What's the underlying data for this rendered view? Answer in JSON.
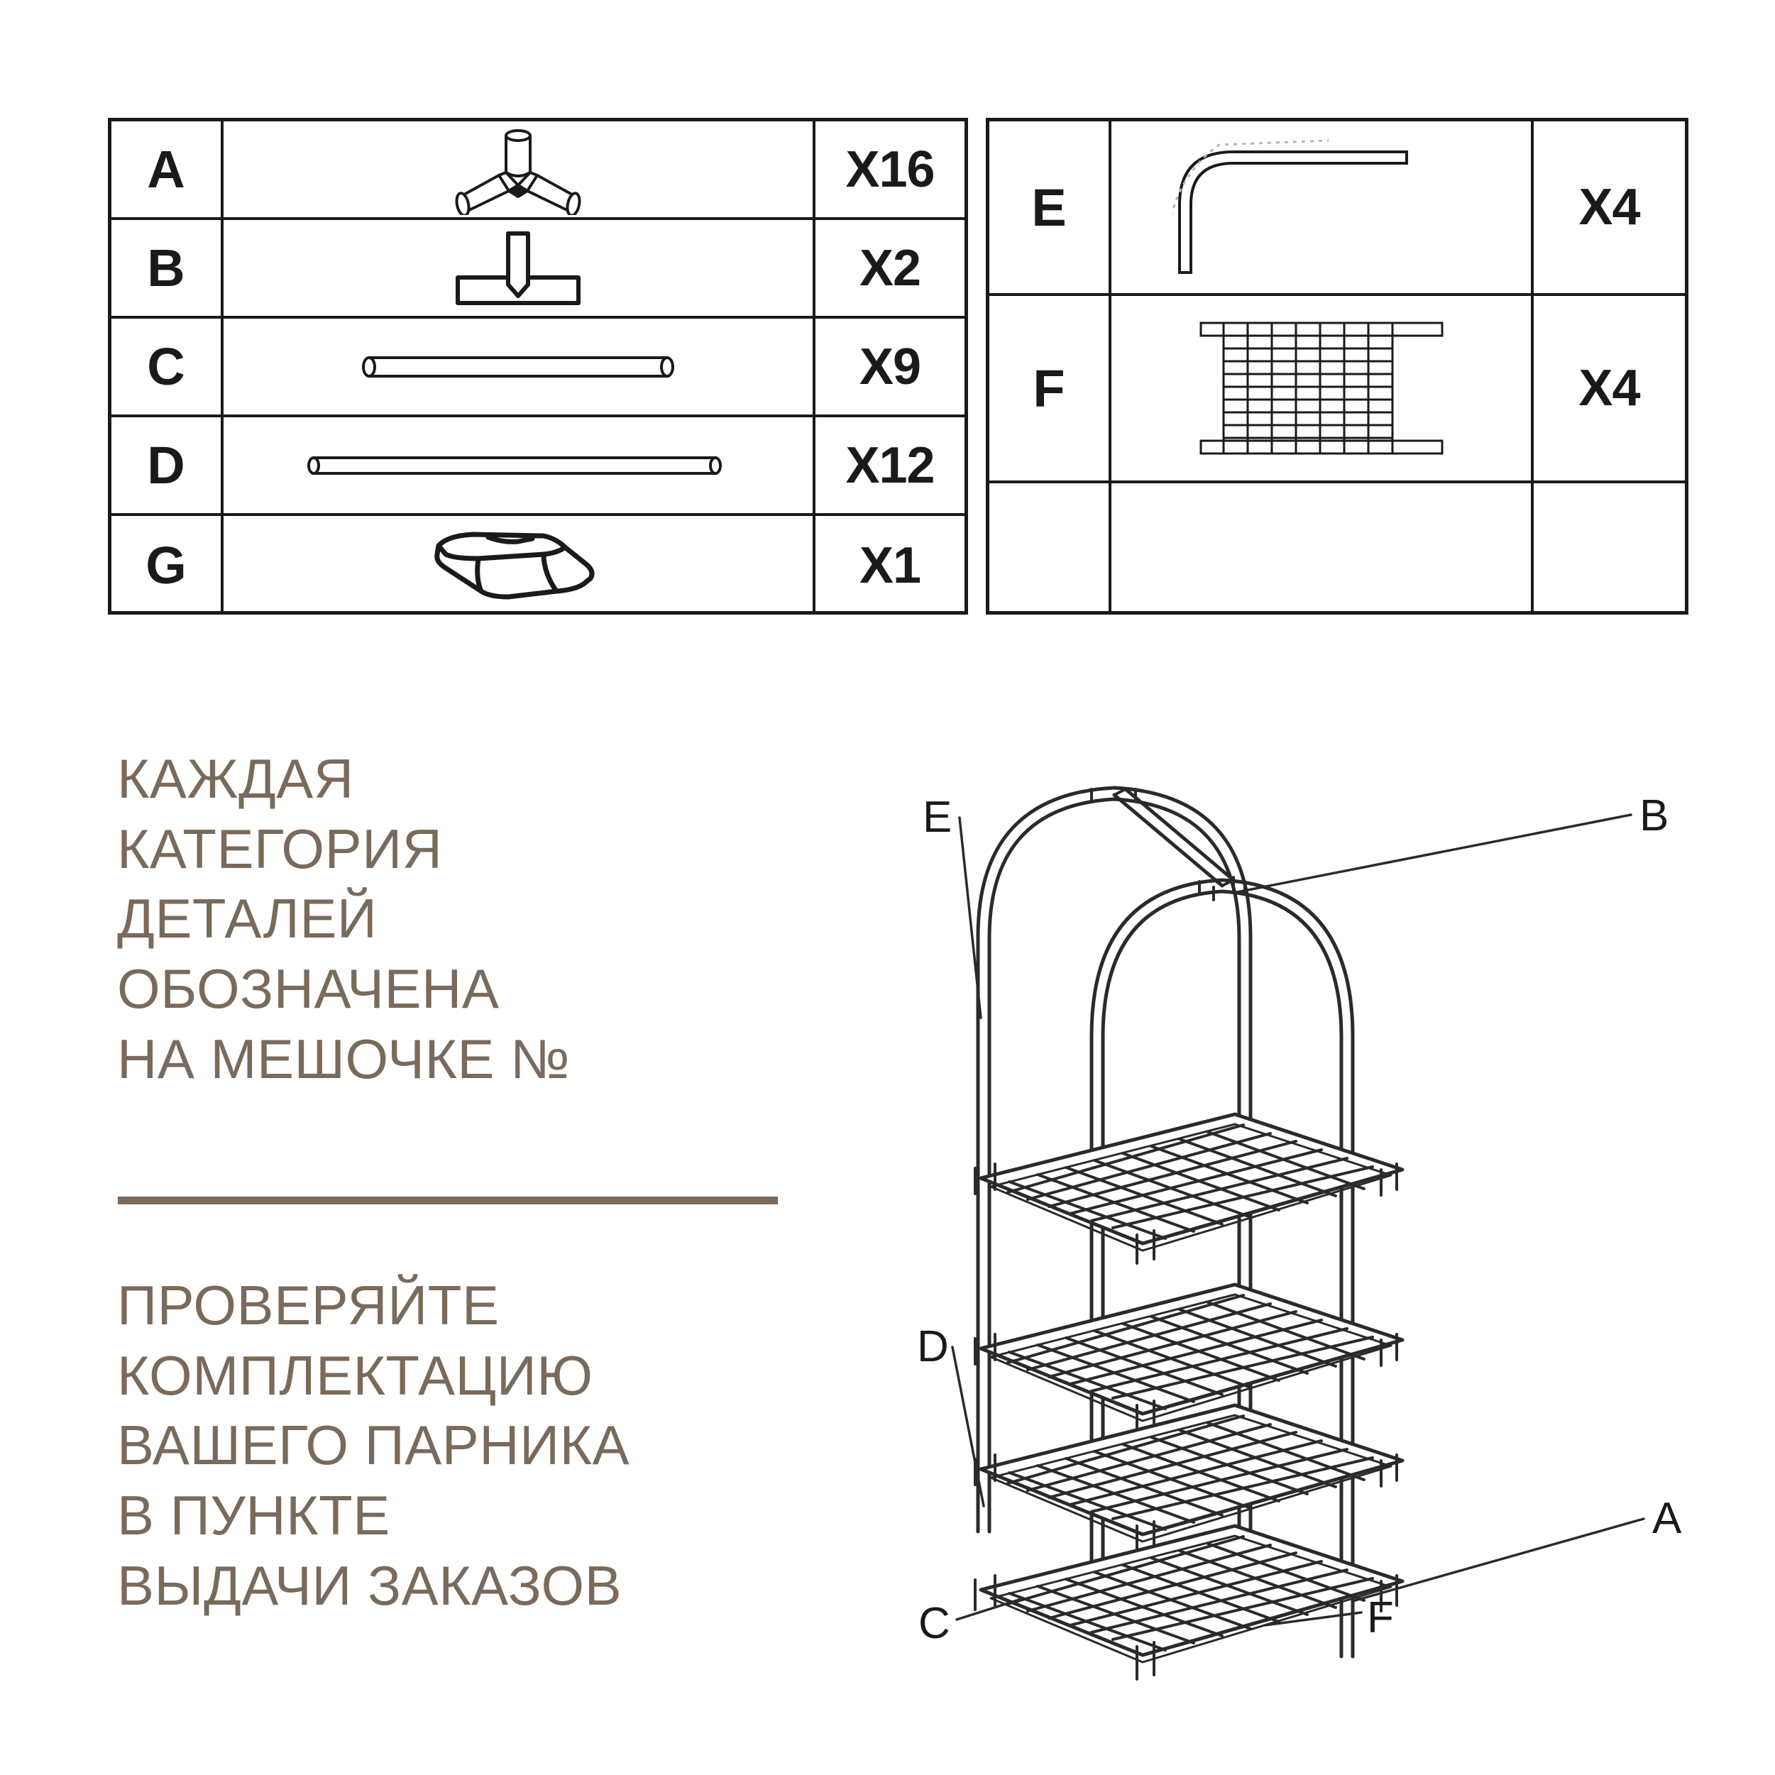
{
  "parts_tables": {
    "left": {
      "rows": [
        {
          "letter": "A",
          "icon": "three-way-corner-connector-icon",
          "qty": "X16"
        },
        {
          "letter": "B",
          "icon": "tee-connector-icon",
          "qty": "X2"
        },
        {
          "letter": "C",
          "icon": "short-tube-icon",
          "qty": "X9"
        },
        {
          "letter": "D",
          "icon": "long-tube-icon",
          "qty": "X12"
        },
        {
          "letter": "G",
          "icon": "rolled-cover-bag-icon",
          "qty": "X1"
        }
      ]
    },
    "right": {
      "rows": [
        {
          "letter": "E",
          "icon": "curved-arch-tube-icon",
          "qty": "X4"
        },
        {
          "letter": "F",
          "icon": "mesh-shelf-panel-icon",
          "qty": "X4"
        },
        {
          "letter": "",
          "icon": "",
          "qty": ""
        }
      ]
    }
  },
  "headline": {
    "text": "КАЖДАЯ\nКАТЕГОРИЯ\nДЕТАЛЕЙ\nОБОЗНАЧЕНА\nНА МЕШОЧКЕ №"
  },
  "subline": {
    "text": "ПРОВЕРЯЙТЕ\nКОМПЛЕКТАЦИЮ\nВАШЕГО ПАРНИКА\nВ ПУНКТЕ\nВЫДАЧИ ЗАКАЗОВ"
  },
  "diagram": {
    "callouts": [
      {
        "id": "callout-e",
        "label": "E"
      },
      {
        "id": "callout-b",
        "label": "B"
      },
      {
        "id": "callout-d",
        "label": "D"
      },
      {
        "id": "callout-a",
        "label": "A"
      },
      {
        "id": "callout-c",
        "label": "C"
      },
      {
        "id": "callout-f",
        "label": "F"
      }
    ]
  },
  "colors": {
    "text_brown": "#796a5b",
    "ink_black": "#1a1a1a",
    "background": "#ffffff"
  }
}
